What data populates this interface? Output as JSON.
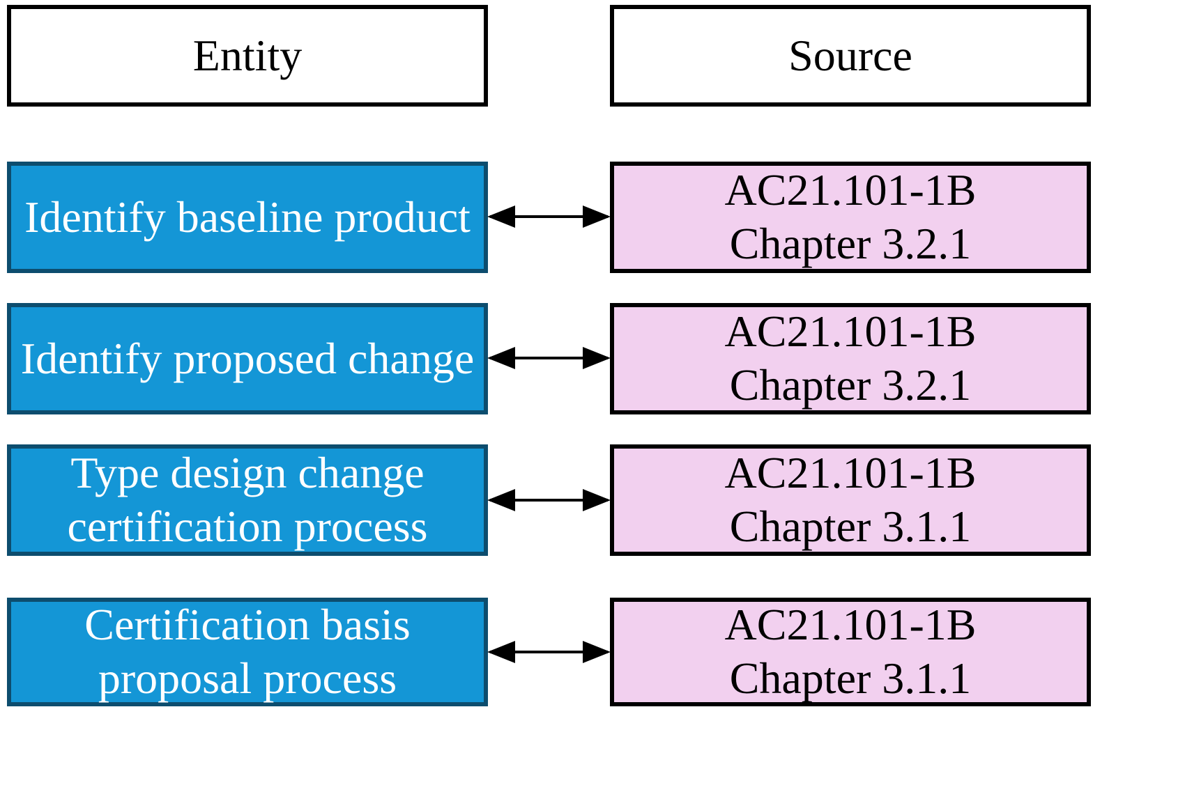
{
  "colors": {
    "entity_fill": "#1496d6",
    "source_fill": "#f2d0ef",
    "arrow": "#000000"
  },
  "headers": {
    "entity": "Entity",
    "source": "Source"
  },
  "rows": [
    {
      "entity_lines": [
        "Identify baseline product"
      ],
      "source_lines": [
        "AC21.101-1B",
        "Chapter 3.2.1"
      ]
    },
    {
      "entity_lines": [
        "Identify proposed change"
      ],
      "source_lines": [
        "AC21.101-1B",
        "Chapter 3.2.1"
      ]
    },
    {
      "entity_lines": [
        "Type design change",
        "certification process"
      ],
      "source_lines": [
        "AC21.101-1B",
        "Chapter 3.1.1"
      ]
    },
    {
      "entity_lines": [
        "Certification basis",
        "proposal process"
      ],
      "source_lines": [
        "AC21.101-1B",
        "Chapter 3.1.1"
      ]
    }
  ],
  "connector": {
    "type": "double-headed-arrow"
  }
}
